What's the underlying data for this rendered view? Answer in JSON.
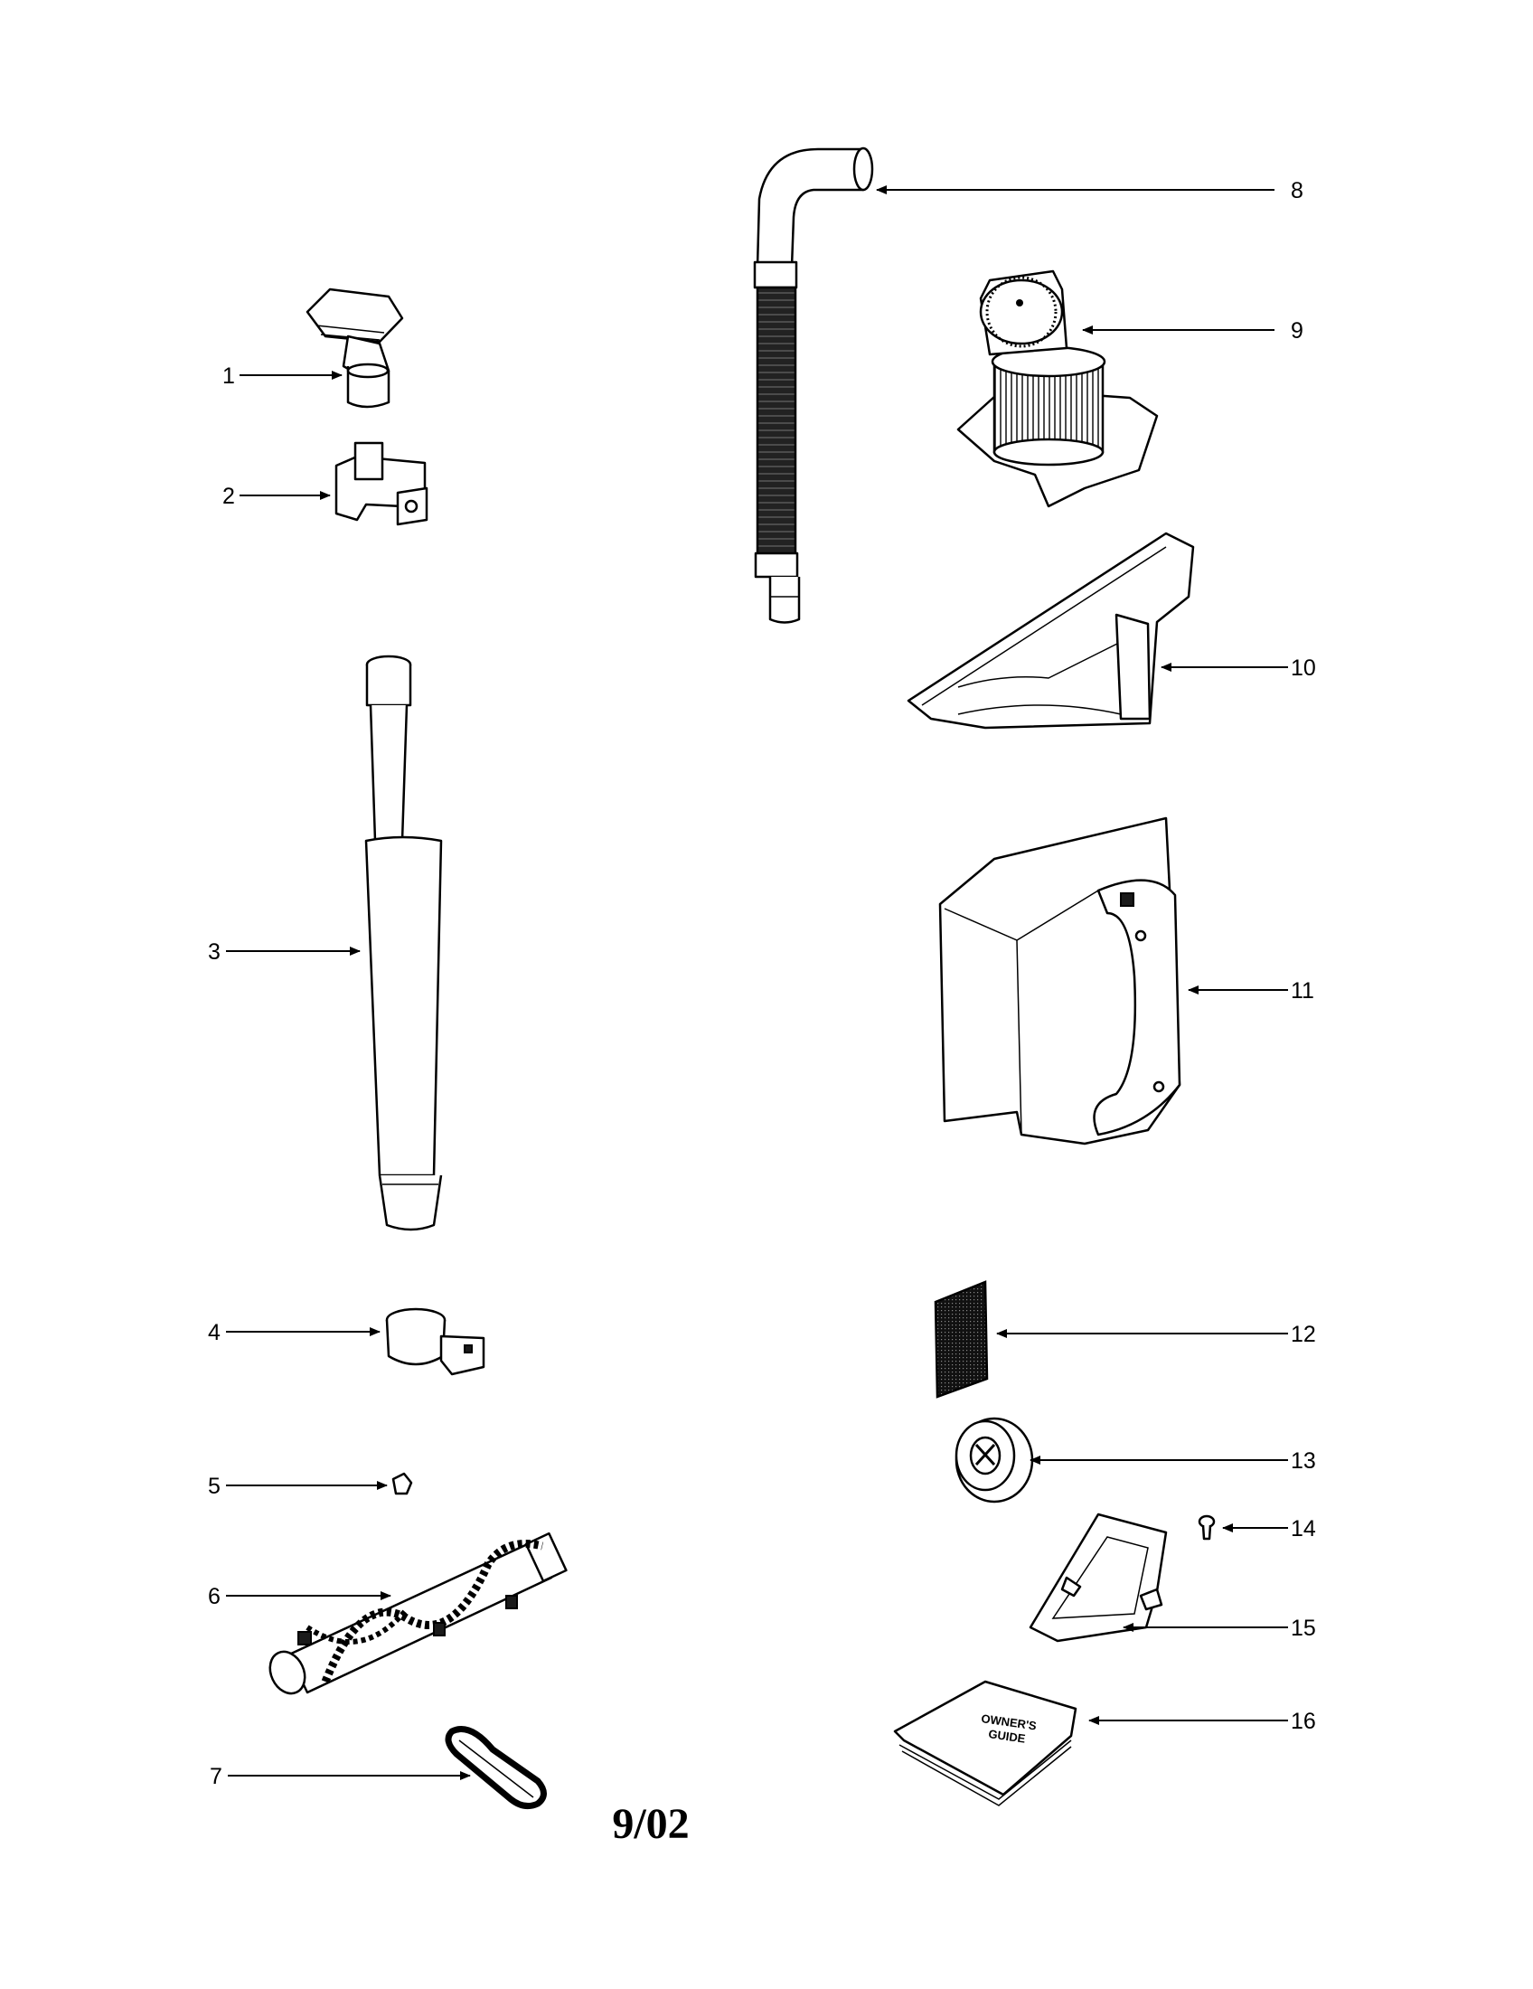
{
  "callouts": [
    "1",
    "2",
    "3",
    "4",
    "5",
    "6",
    "7",
    "8",
    "9",
    "10",
    "11",
    "12",
    "13",
    "14",
    "15",
    "16"
  ],
  "manual_cover": {
    "line1": "OWNER'S",
    "line2": "GUIDE"
  },
  "date_code": "9/02"
}
